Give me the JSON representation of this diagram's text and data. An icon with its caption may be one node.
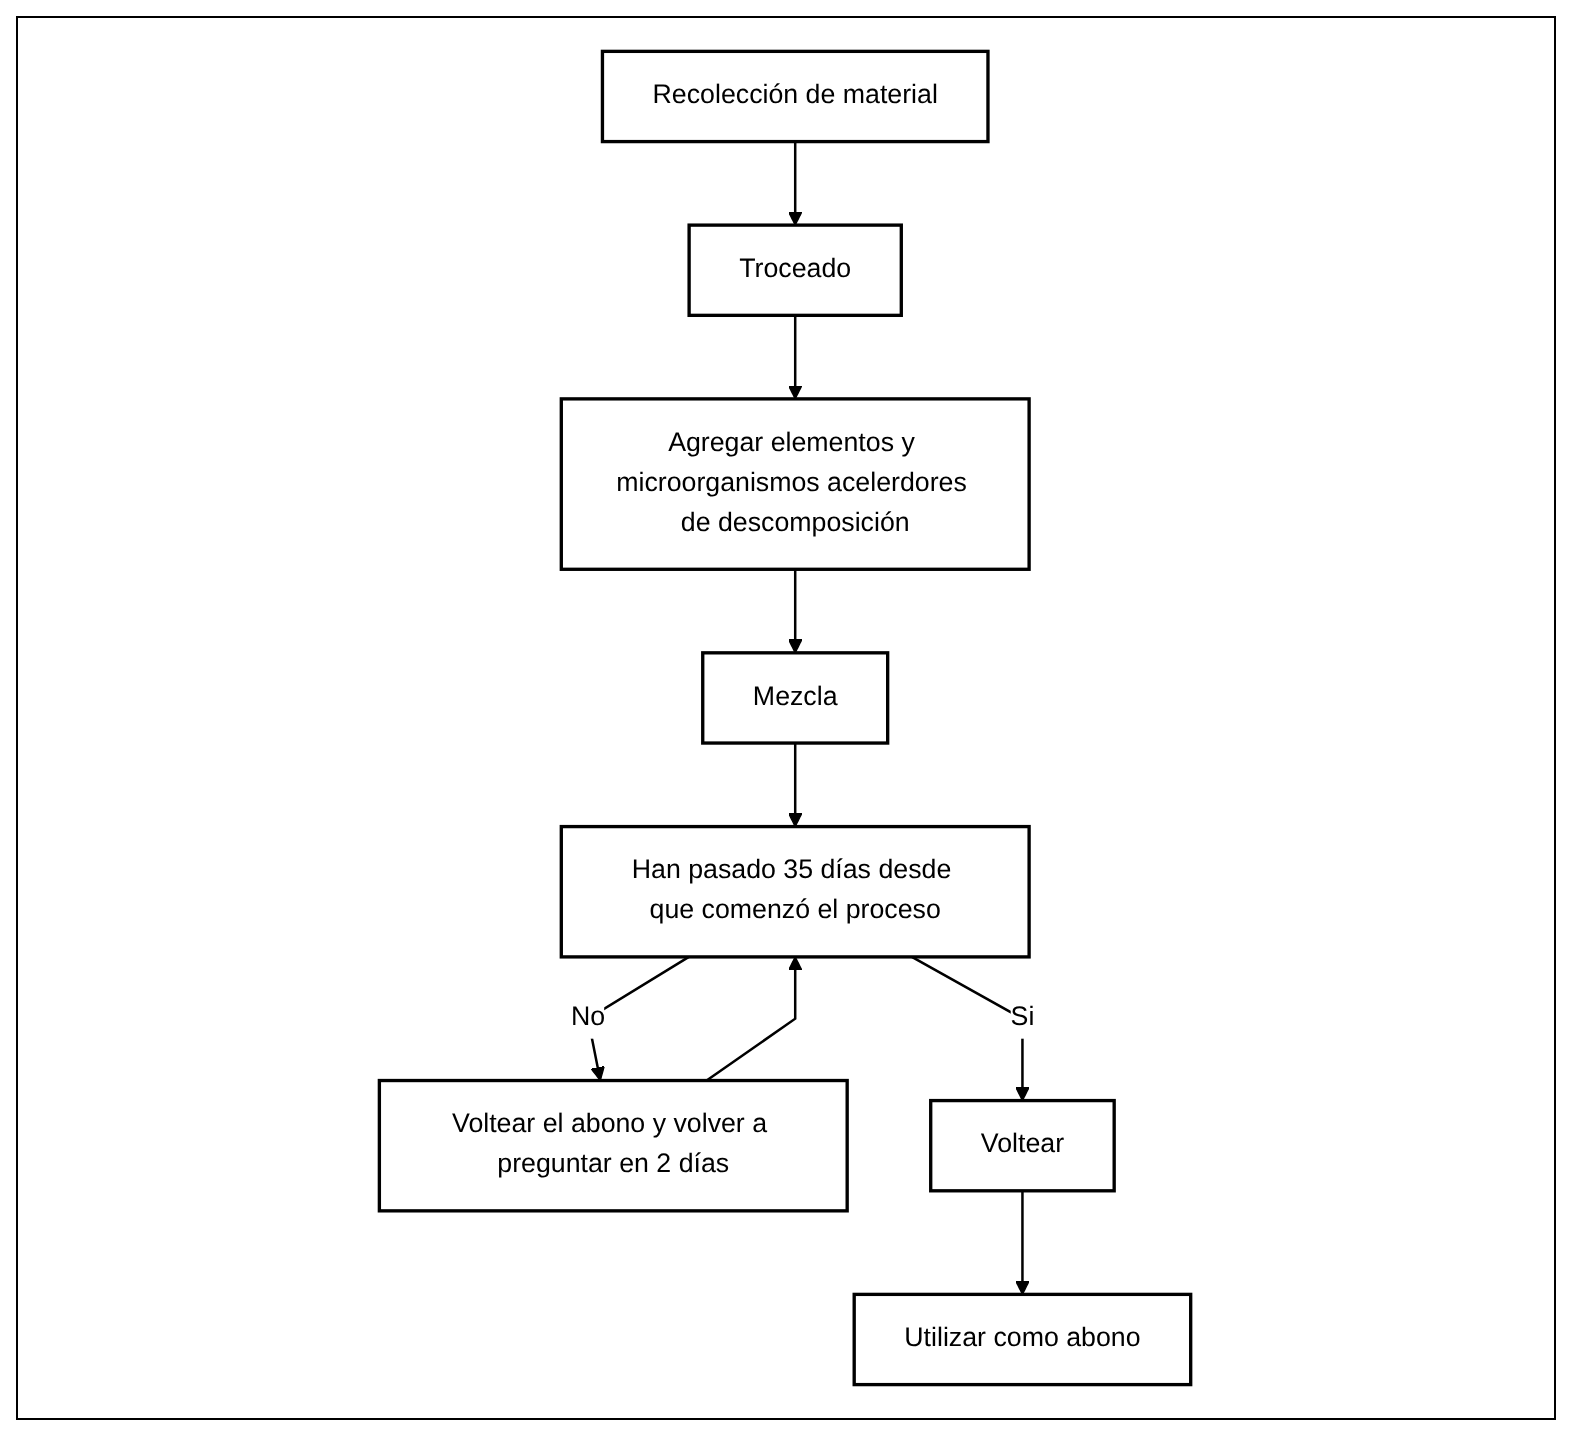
{
  "diagram": {
    "nodes": [
      {
        "text": [
          "Recolección de material"
        ]
      },
      {
        "text": [
          "Troceado"
        ]
      },
      {
        "text": [
          "Agregar elementos y microorganismos acelerdores de descomposición"
        ]
      },
      {
        "text": [
          "Mezcla"
        ]
      },
      {
        "text": [
          "Han pasado 35 días desde que comenzó el proceso"
        ]
      },
      {
        "text": [
          "Voltear el abono y volver a preguntar en 2 días"
        ]
      },
      {
        "text": [
          "Voltear"
        ]
      },
      {
        "text": [
          "Utilizar como abono"
        ]
      }
    ],
    "edges": [
      {
        "from": 0,
        "to": 1,
        "arrow": "to"
      },
      {
        "from": 1,
        "to": 2,
        "arrow": "to"
      },
      {
        "from": 2,
        "to": 3,
        "arrow": "to"
      },
      {
        "from": 3,
        "to": 4,
        "arrow": "to"
      },
      {
        "from": 4,
        "to": 5,
        "arrow": "to",
        "label": "No"
      },
      {
        "from": 5,
        "to": 4,
        "arrow": "to"
      },
      {
        "from": 4,
        "to": 6,
        "arrow": "to",
        "label": "Si"
      },
      {
        "from": 6,
        "to": 7,
        "arrow": "to"
      }
    ]
  }
}
